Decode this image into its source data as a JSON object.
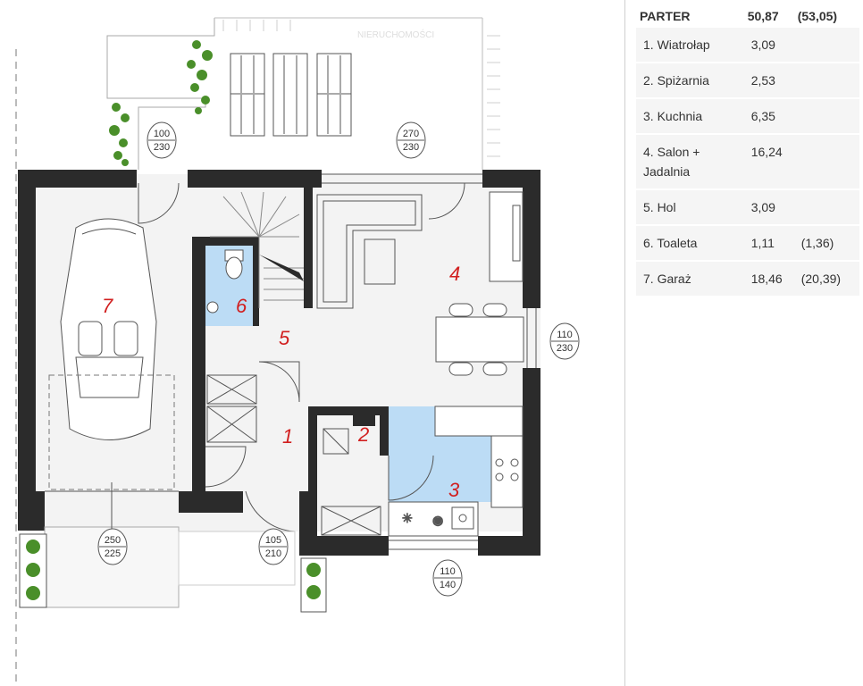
{
  "table": {
    "header": {
      "title": "PARTER",
      "area": "50,87",
      "area_alt": "(53,05)"
    },
    "rows": [
      {
        "name": "1. Wiatrołap",
        "area": "3,09",
        "alt": ""
      },
      {
        "name": "2. Spiżarnia",
        "area": "2,53",
        "alt": ""
      },
      {
        "name": "3. Kuchnia",
        "area": "6,35",
        "alt": ""
      },
      {
        "name": "4. Salon + Jadalnia",
        "area": "16,24",
        "alt": ""
      },
      {
        "name": "5. Hol",
        "area": "3,09",
        "alt": ""
      },
      {
        "name": "6. Toaleta",
        "area": "1,11",
        "alt": "(1,36)"
      },
      {
        "name": "7. Garaż",
        "area": "18,46",
        "alt": "(20,39)"
      }
    ]
  },
  "plan": {
    "room_numbers": {
      "r1": "1",
      "r2": "2",
      "r3": "3",
      "r4": "4",
      "r5": "5",
      "r6": "6",
      "r7": "7"
    },
    "dimensions": {
      "d_window_garage": {
        "top": "100",
        "bottom": "230"
      },
      "d_window_salon": {
        "top": "270",
        "bottom": "230"
      },
      "d_window_side": {
        "top": "110",
        "bottom": "230"
      },
      "d_door_entry": {
        "top": "105",
        "bottom": "210"
      },
      "d_garage_door": {
        "top": "250",
        "bottom": "225"
      },
      "d_window_kitchen": {
        "top": "110",
        "bottom": "140"
      }
    },
    "watermark": "NIERUCHOMOŚCI",
    "colors": {
      "wall": "#2b2b2b",
      "wet_area": "#bcdcf5",
      "room_number": "#d11f1f",
      "plant": "#4a8f2a"
    }
  }
}
